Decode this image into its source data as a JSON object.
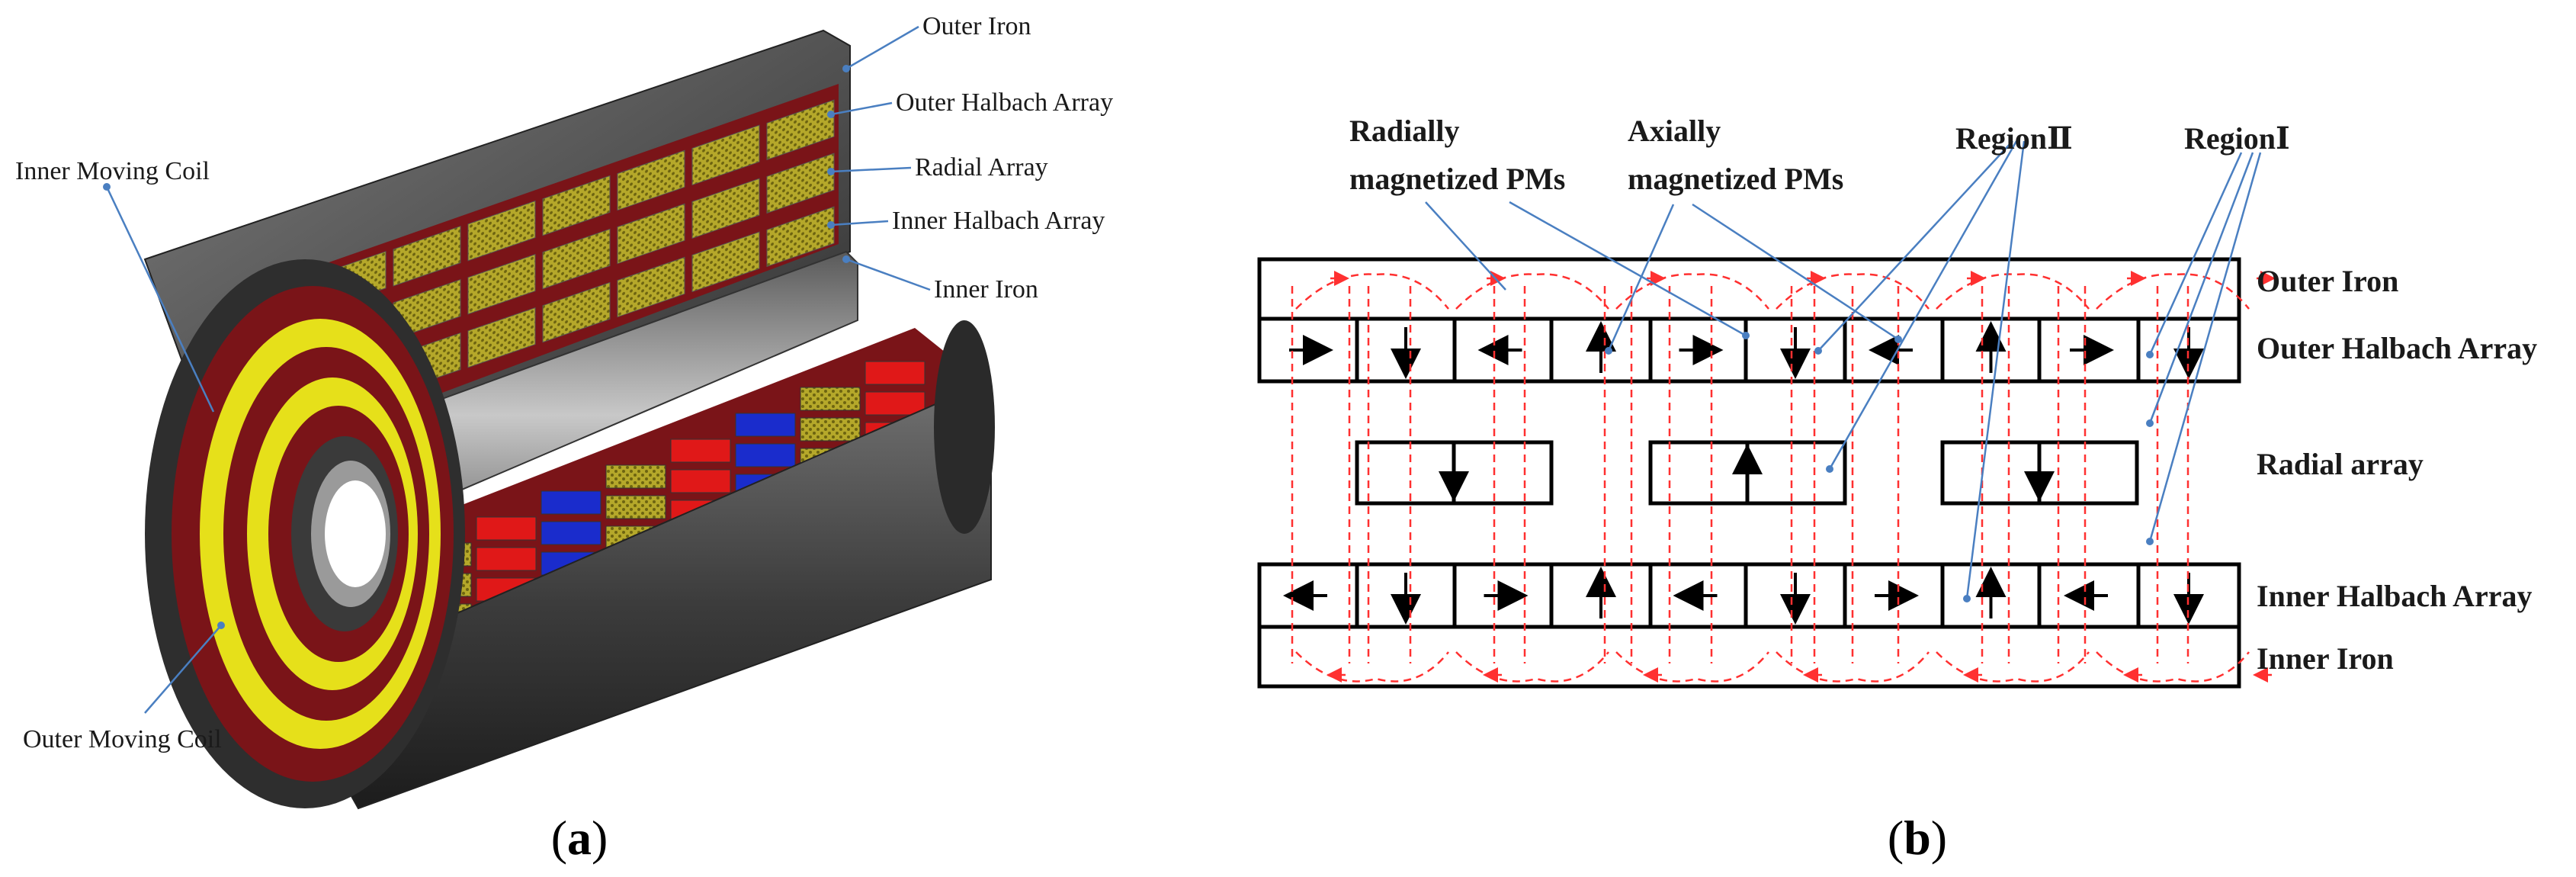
{
  "panel_a": {
    "labels": {
      "outer_iron": "Outer Iron",
      "outer_halbach": "Outer Halbach Array",
      "radial_array": "Radial Array",
      "inner_halbach": "Inner Halbach Array",
      "inner_iron": "Inner Iron",
      "inner_moving_coil": "Inner Moving Coil",
      "outer_moving_coil": "Outer Moving Coil"
    },
    "caption_prefix": "(",
    "caption_letter": "a",
    "caption_suffix": ")"
  },
  "panel_b": {
    "labels": {
      "radially_1": "Radially",
      "radially_2": "magnetized PMs",
      "axially_1": "Axially",
      "axially_2": "magnetized PMs",
      "region2": "RegionⅡ",
      "region1": "RegionⅠ",
      "outer_iron": "Outer Iron",
      "outer_halbach": "Outer Halbach Array",
      "radial_array": "Radial array",
      "inner_halbach": "Inner Halbach Array",
      "inner_iron": "Inner Iron"
    },
    "caption_prefix": "(",
    "caption_letter": "b",
    "caption_suffix": ")"
  },
  "colors": {
    "iron": "#3a3a3a",
    "iron_light": "#6b6b6b",
    "maroon": "#7a1418",
    "coil_yellow": "#e6e01a",
    "pm_red": "#e01818",
    "pm_blue": "#1a2ccc",
    "flux": "#ff3030",
    "leader": "#4a7fc1"
  }
}
